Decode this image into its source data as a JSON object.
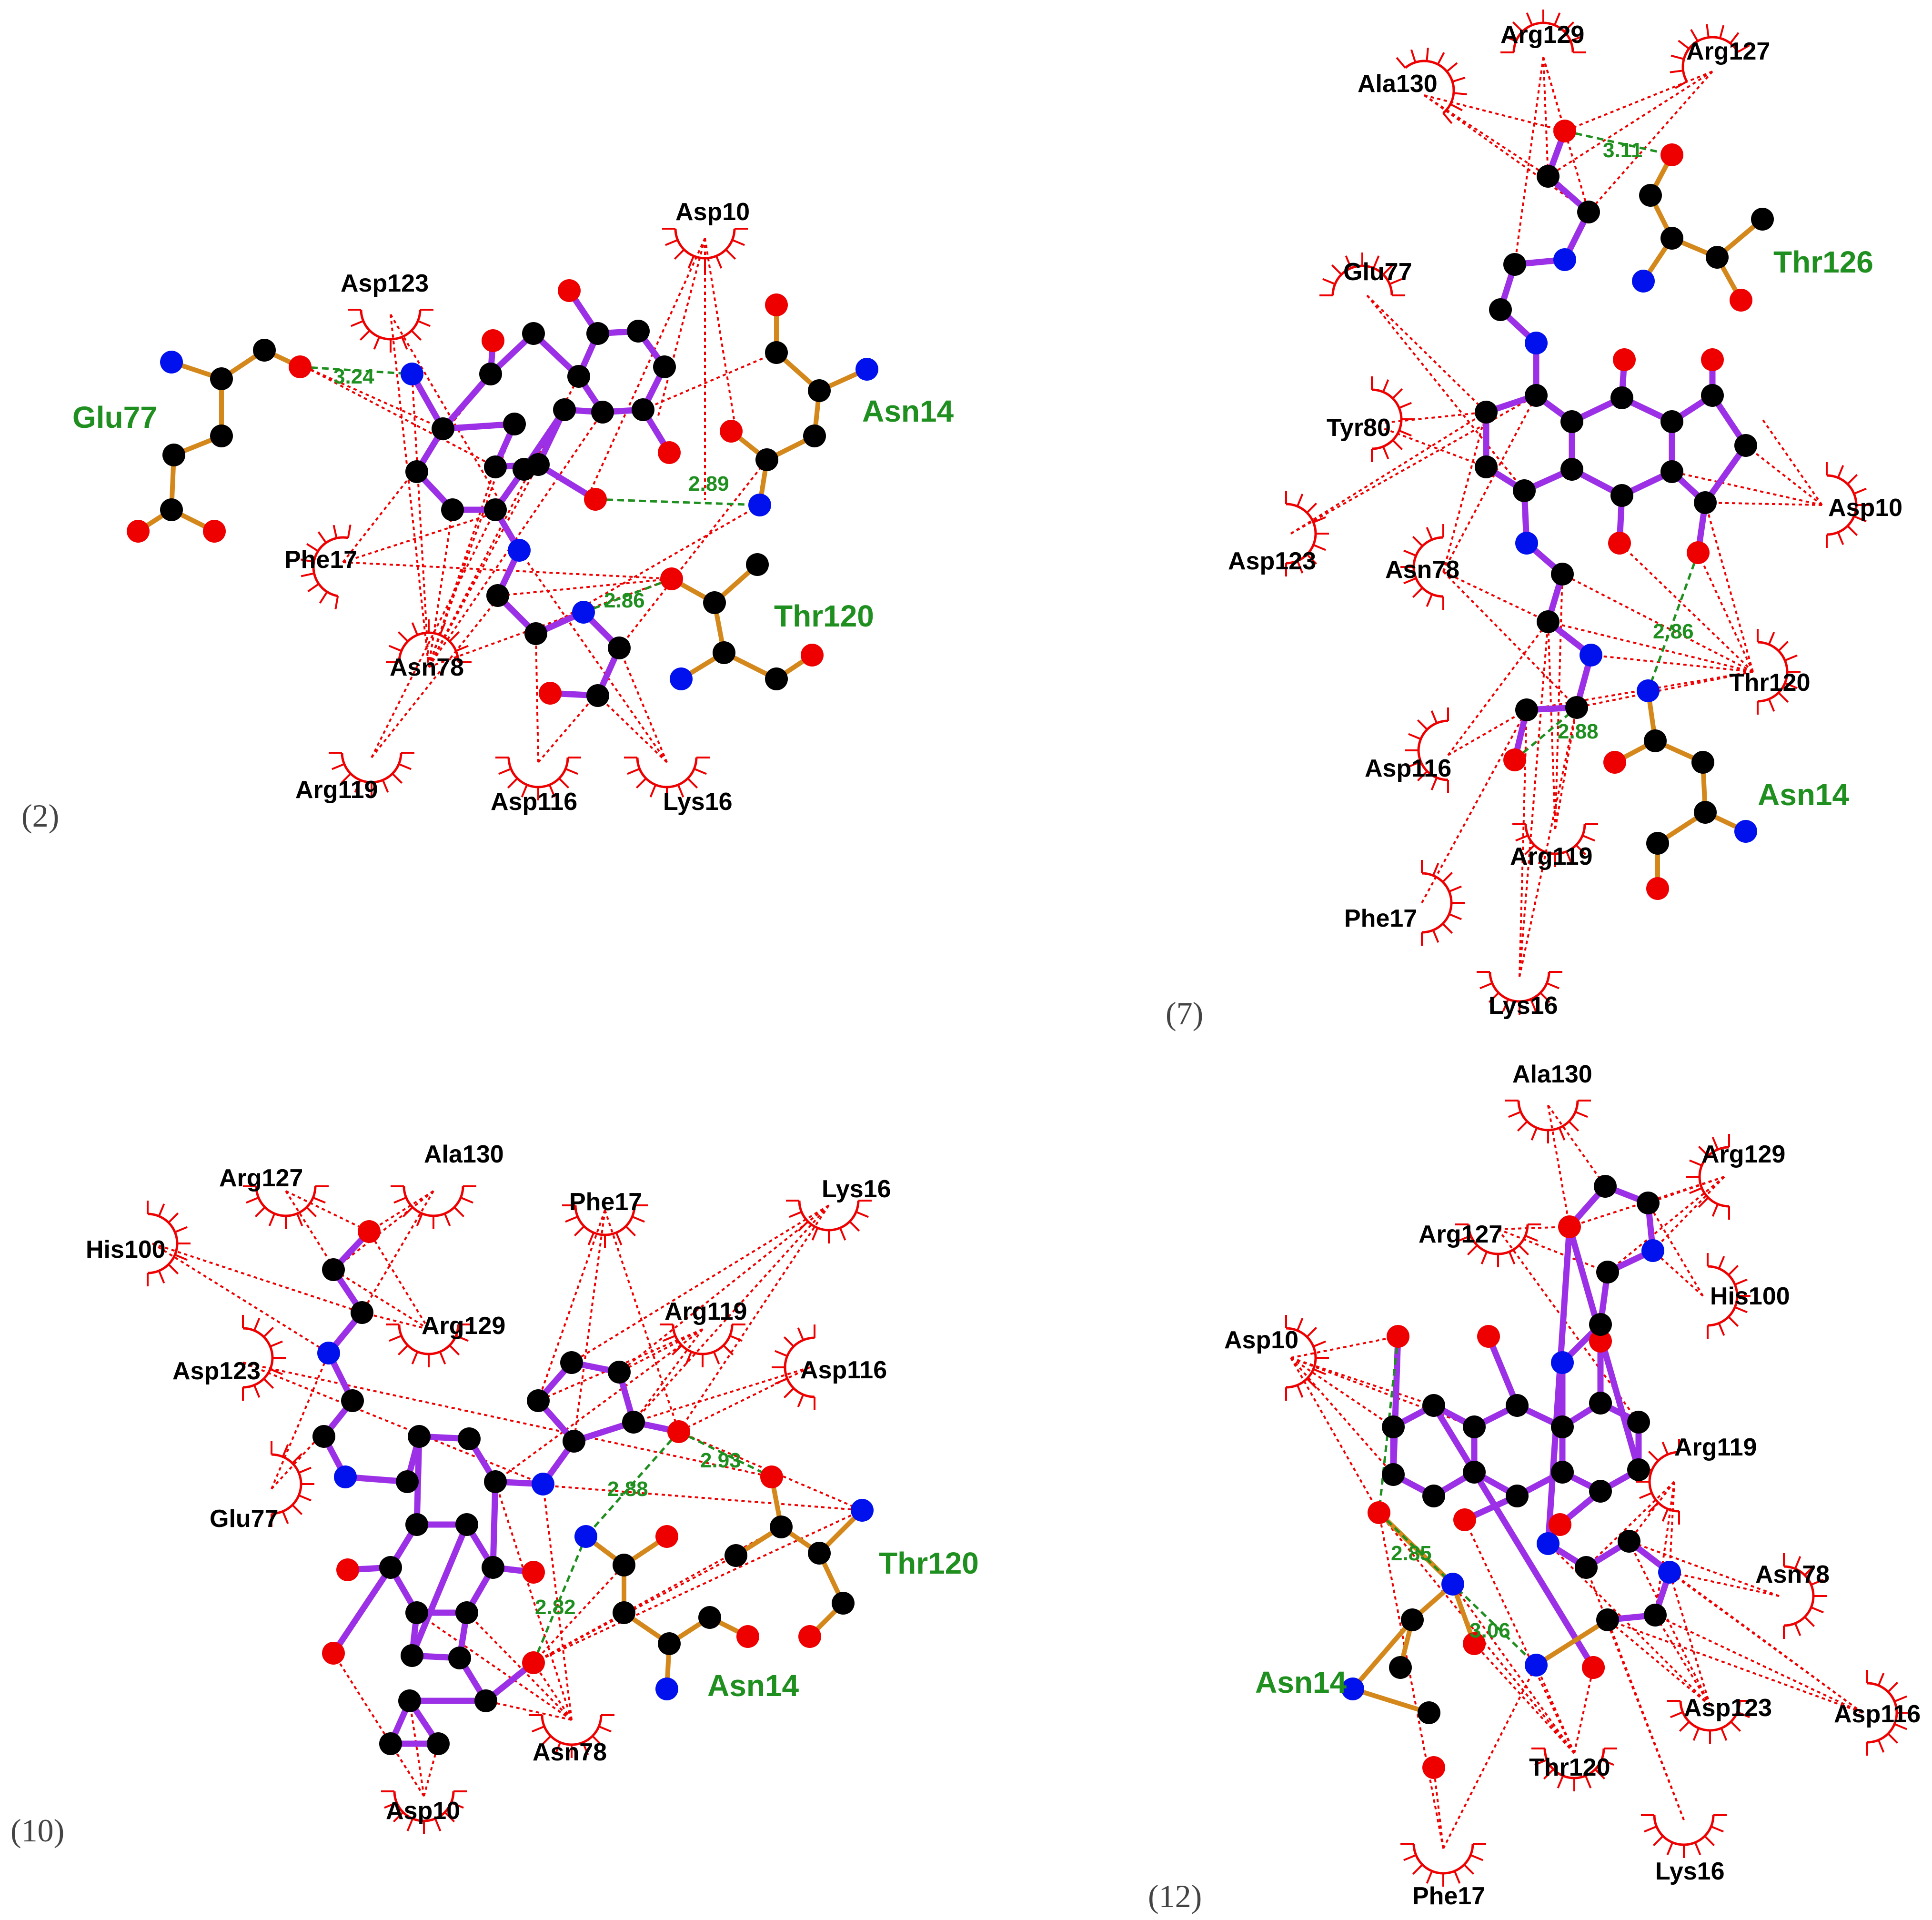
{
  "colors": {
    "ligand_bond": "#9b30e6",
    "residue_bond": "#d4881c",
    "carbon": "#000000",
    "oxygen": "#ee0000",
    "nitrogen": "#0011ee",
    "hbond": "#1f8f1f",
    "hydrophobic": "#ee0000",
    "hb_residue_text": "#1f8f1f",
    "residue_text": "#000000"
  },
  "panels": [
    {
      "label": "(2)",
      "hbond_residues": [
        "Glu77",
        "Asn14",
        "Thr120"
      ],
      "hydrophobic_residues": [
        "Asp10",
        "Asp123",
        "Phe17",
        "Asn78",
        "Arg119",
        "Asp116",
        "Lys16"
      ],
      "hbond_distances": [
        "3.24",
        "2.89",
        "2.86"
      ]
    },
    {
      "label": "(7)",
      "hbond_residues": [
        "Thr126",
        "Asn14"
      ],
      "hydrophobic_residues": [
        "Arg129",
        "Ala130",
        "Arg127",
        "Glu77",
        "Tyr80",
        "Asp123",
        "Asn78",
        "Asp10",
        "Thr120",
        "Asp116",
        "Arg119",
        "Phe17",
        "Lys16"
      ],
      "hbond_distances": [
        "3.11",
        "2.86",
        "2.88"
      ]
    },
    {
      "label": "(10)",
      "hbond_residues": [
        "Thr120",
        "Asn14"
      ],
      "hydrophobic_residues": [
        "Ala130",
        "Arg127",
        "His100",
        "Arg129",
        "Asp123",
        "Glu77",
        "Phe17",
        "Lys16",
        "Arg119",
        "Asp116",
        "Asn78",
        "Asp10"
      ],
      "hbond_distances": [
        "2.93",
        "2.88",
        "2.82"
      ]
    },
    {
      "label": "(12)",
      "hbond_residues": [
        "Asn14"
      ],
      "hydrophobic_residues": [
        "Ala130",
        "Arg129",
        "Arg127",
        "His100",
        "Asp10",
        "Arg119",
        "Asn78",
        "Asp123",
        "Asp116",
        "Thr120",
        "Phe17",
        "Lys16"
      ],
      "hbond_distances": [
        "2.85",
        "3.06"
      ]
    }
  ]
}
